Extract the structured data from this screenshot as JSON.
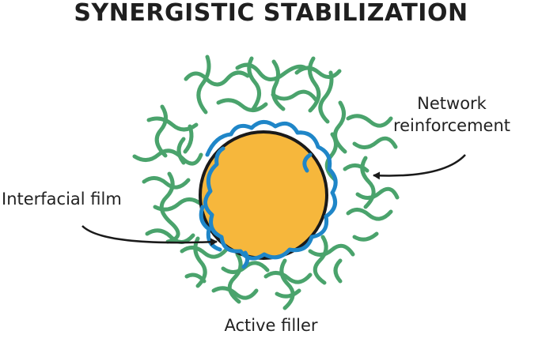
{
  "title": "SYNERGISTIC STABILIZATION",
  "labels": {
    "network_line1": "Network",
    "network_line2": "reinforcement",
    "interfacial_film": "Interfacial film",
    "active_filler": "Active filler"
  },
  "colors": {
    "network_green": "#4aa36c",
    "film_blue": "#1f86c8",
    "filler_orange": "#f6b73c",
    "outline": "#1a1a1a"
  }
}
